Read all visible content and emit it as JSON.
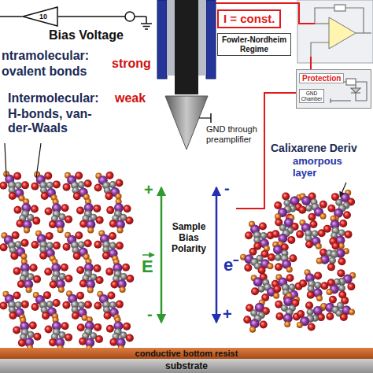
{
  "diagram": {
    "nodes": [
      {
        "text": [
          "10"
        ]
      },
      {
        "text": [
          "I = const."
        ]
      },
      {
        "text": [
          "Fowler-Nordheim Regime"
        ]
      },
      {
        "text": [
          "Protection"
        ]
      },
      {
        "text": [
          "GND Chamber"
        ],
        "in": 3
      },
      {
        "text": [
          "conductive bottom resist"
        ]
      },
      {
        "text": [
          "substrate"
        ]
      }
    ],
    "labels": [
      "Bias Voltage",
      "ntramolecular:",
      "ovalent bonds",
      "strong",
      "Intermolecular:",
      "weak",
      "H-bonds, van- der-Waals",
      "GND through preamplifier",
      "Calixarene Deriv",
      "amorpous layer",
      "+",
      "-",
      "E",
      "Sample Bias Polarity",
      "-",
      "+",
      "e⁻"
    ]
  }
}
